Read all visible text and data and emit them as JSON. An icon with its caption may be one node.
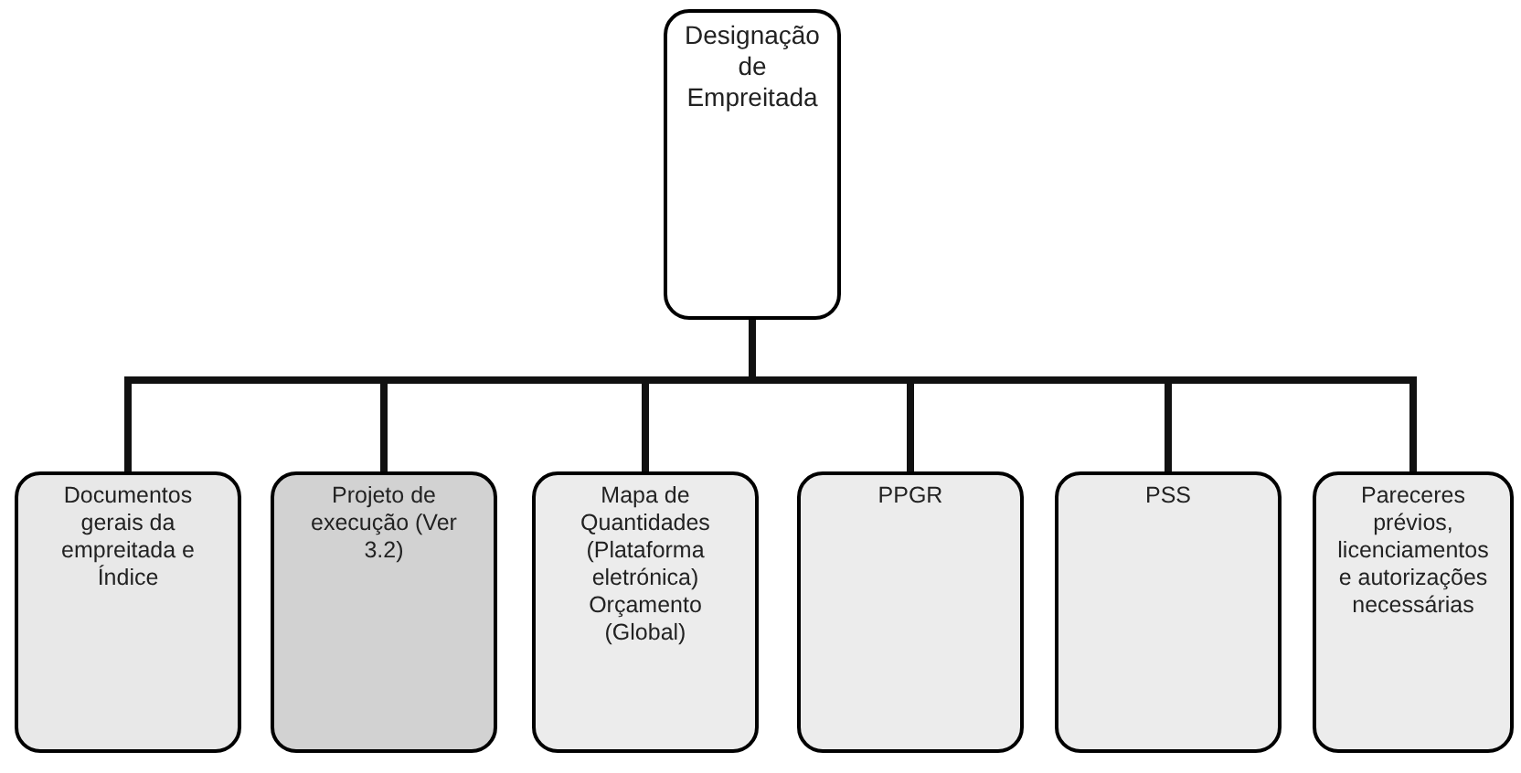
{
  "diagram": {
    "nodes": [
      {
        "text": [
          "Designação de Empreitada"
        ]
      },
      {
        "text": [
          "Documentos gerais da empreitada e Índice"
        ]
      },
      {
        "text": [
          "Projeto de execução (Ver 3.2)"
        ]
      },
      {
        "text": [
          "Mapa de Quantidades (Plataforma eletrónica) Orçamento (Global)"
        ]
      },
      {
        "text": [
          "PPGR"
        ]
      },
      {
        "text": [
          "PSS"
        ]
      },
      {
        "text": [
          "Pareceres prévios, licenciamentos e autorizações necessárias"
        ]
      }
    ],
    "edges": [
      {
        "from": 0,
        "to": 1,
        "arrow": "none"
      },
      {
        "from": 0,
        "to": 2,
        "arrow": "none"
      },
      {
        "from": 0,
        "to": 3,
        "arrow": "none"
      },
      {
        "from": 0,
        "to": 4,
        "arrow": "none"
      },
      {
        "from": 0,
        "to": 5,
        "arrow": "none"
      },
      {
        "from": 0,
        "to": 6,
        "arrow": "none"
      }
    ]
  }
}
